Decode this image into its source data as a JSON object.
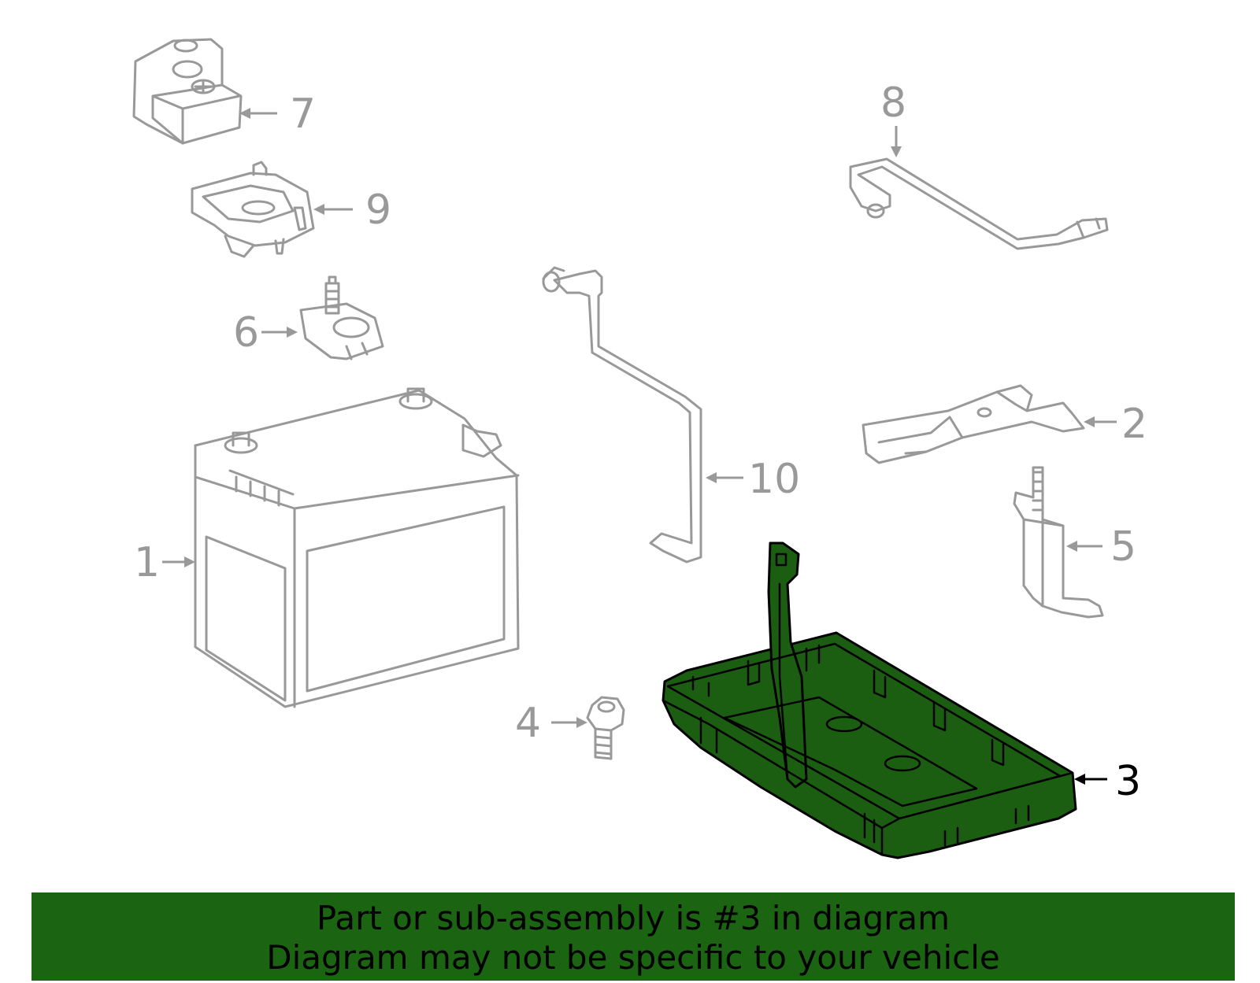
{
  "callouts": [
    {
      "id": "1",
      "label": "1"
    },
    {
      "id": "2",
      "label": "2"
    },
    {
      "id": "3",
      "label": "3"
    },
    {
      "id": "4",
      "label": "4"
    },
    {
      "id": "5",
      "label": "5"
    },
    {
      "id": "6",
      "label": "6"
    },
    {
      "id": "7",
      "label": "7"
    },
    {
      "id": "8",
      "label": "8"
    },
    {
      "id": "9",
      "label": "9"
    },
    {
      "id": "10",
      "label": "10"
    }
  ],
  "highlighted_part": "3",
  "colors": {
    "highlight": "#1b5e12",
    "banner": "#1b6412",
    "line": "#999999"
  },
  "banner": {
    "line1": "Part or sub-assembly is #3 in diagram",
    "line2": "Diagram may not be specific to your vehicle"
  }
}
